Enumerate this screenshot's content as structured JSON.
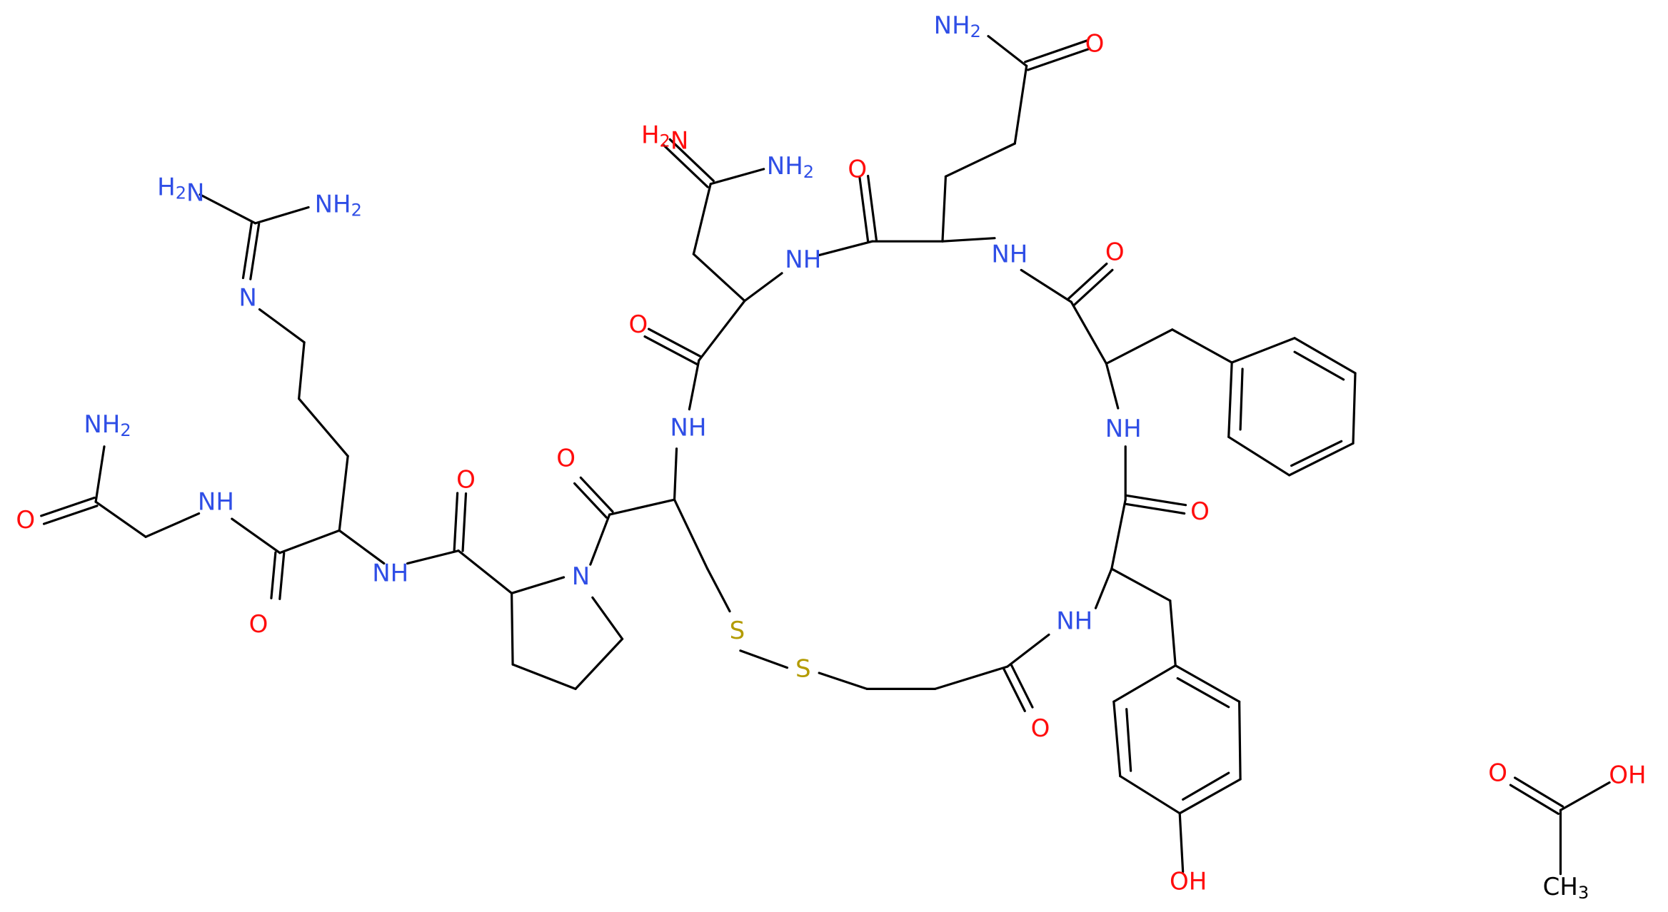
{
  "colors": {
    "bond": "#000000",
    "N": "#2f4ee6",
    "O": "#ff0d0d",
    "S": "#b39b00"
  },
  "labels": {
    "nh2_1": "H2N",
    "nh2_2": "NH2",
    "nh2_3": "NH2",
    "nh2_4": "H2N",
    "nh2_5": "NH2",
    "nh2_6": "NH2",
    "n_guan": "N",
    "nh_1": "NH",
    "nh_2": "NH",
    "nh_3": "NH",
    "nh_4": "NH",
    "nh_5": "NH",
    "nh_6": "NH",
    "nh_7": "NH",
    "n_pro": "N",
    "s1": "S",
    "s2": "S",
    "o1": "O",
    "o2": "O",
    "o3": "O",
    "o4": "O",
    "o5": "O",
    "o6": "O",
    "o7": "O",
    "o8": "O",
    "o9": "O",
    "o10": "O",
    "oh_tyr": "OH",
    "oh_acid": "OH",
    "o_acid": "O",
    "ch3": "CH3"
  }
}
